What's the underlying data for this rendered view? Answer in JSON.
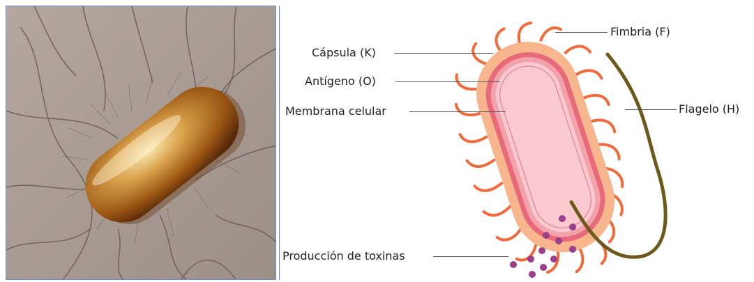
{
  "diagram": {
    "labels": {
      "fimbria": "Fimbria (F)",
      "capsula": "Cápsula (K)",
      "antigeno": "Antígeno (O)",
      "membrana": "Membrana celular",
      "flagelo": "Flagelo (H)",
      "toxinas": "Producción de toxinas"
    },
    "colors": {
      "capsule": "#f7b68d",
      "membrane": "#e8697a",
      "cytoplasm": "#f9c9cf",
      "fimbriae": "#f06a3c",
      "flagellum": "#6b5a1c",
      "toxins": "#9a3f8a",
      "micrograph_bg": "#a89a90",
      "micrograph_cell": "#b06a1e"
    }
  }
}
